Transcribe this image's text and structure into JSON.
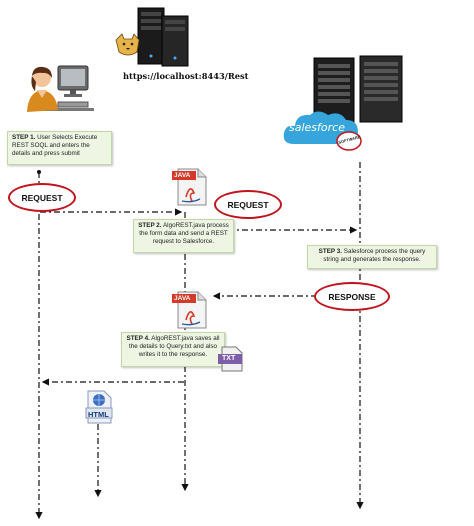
{
  "header": {
    "url": "https://localhost:8443/Rest"
  },
  "salesforce": {
    "brand": "salesforce",
    "badge": "SOFTWARE"
  },
  "colors": {
    "oval_border": "#c0141e",
    "note_bg": "#eef5e3",
    "cloud": "#35a5dc",
    "java_red": "#d43a2a"
  },
  "icons": [
    "user-at-computer-icon",
    "tomcat-server-icon",
    "salesforce-server-icon",
    "salesforce-cloud-logo-icon",
    "java-file-icon",
    "txt-file-icon",
    "html-file-icon"
  ],
  "labels": {
    "request_left": "REQUEST",
    "request_mid": "REQUEST",
    "response": "RESPONSE"
  },
  "steps": {
    "s1_title": "STEP 1.",
    "s1_text": "User Selects  Execute REST SOQL and enters the details and press submit",
    "s2_title": "STEP 2.",
    "s2_text": "AlgoREST.java process the form data and send a REST request to Salesforce.",
    "s3_title": "STEP 3.",
    "s3_text": "Salesforce process the query string and generates the response.",
    "s4_title": "STEP 4.",
    "s4_text": "AlgoREST.java saves all the details to Query.txt and also  writes it to the response."
  },
  "files": {
    "java1": "JAVA",
    "java2": "JAVA",
    "txt": "TXT",
    "html": "HTML"
  }
}
